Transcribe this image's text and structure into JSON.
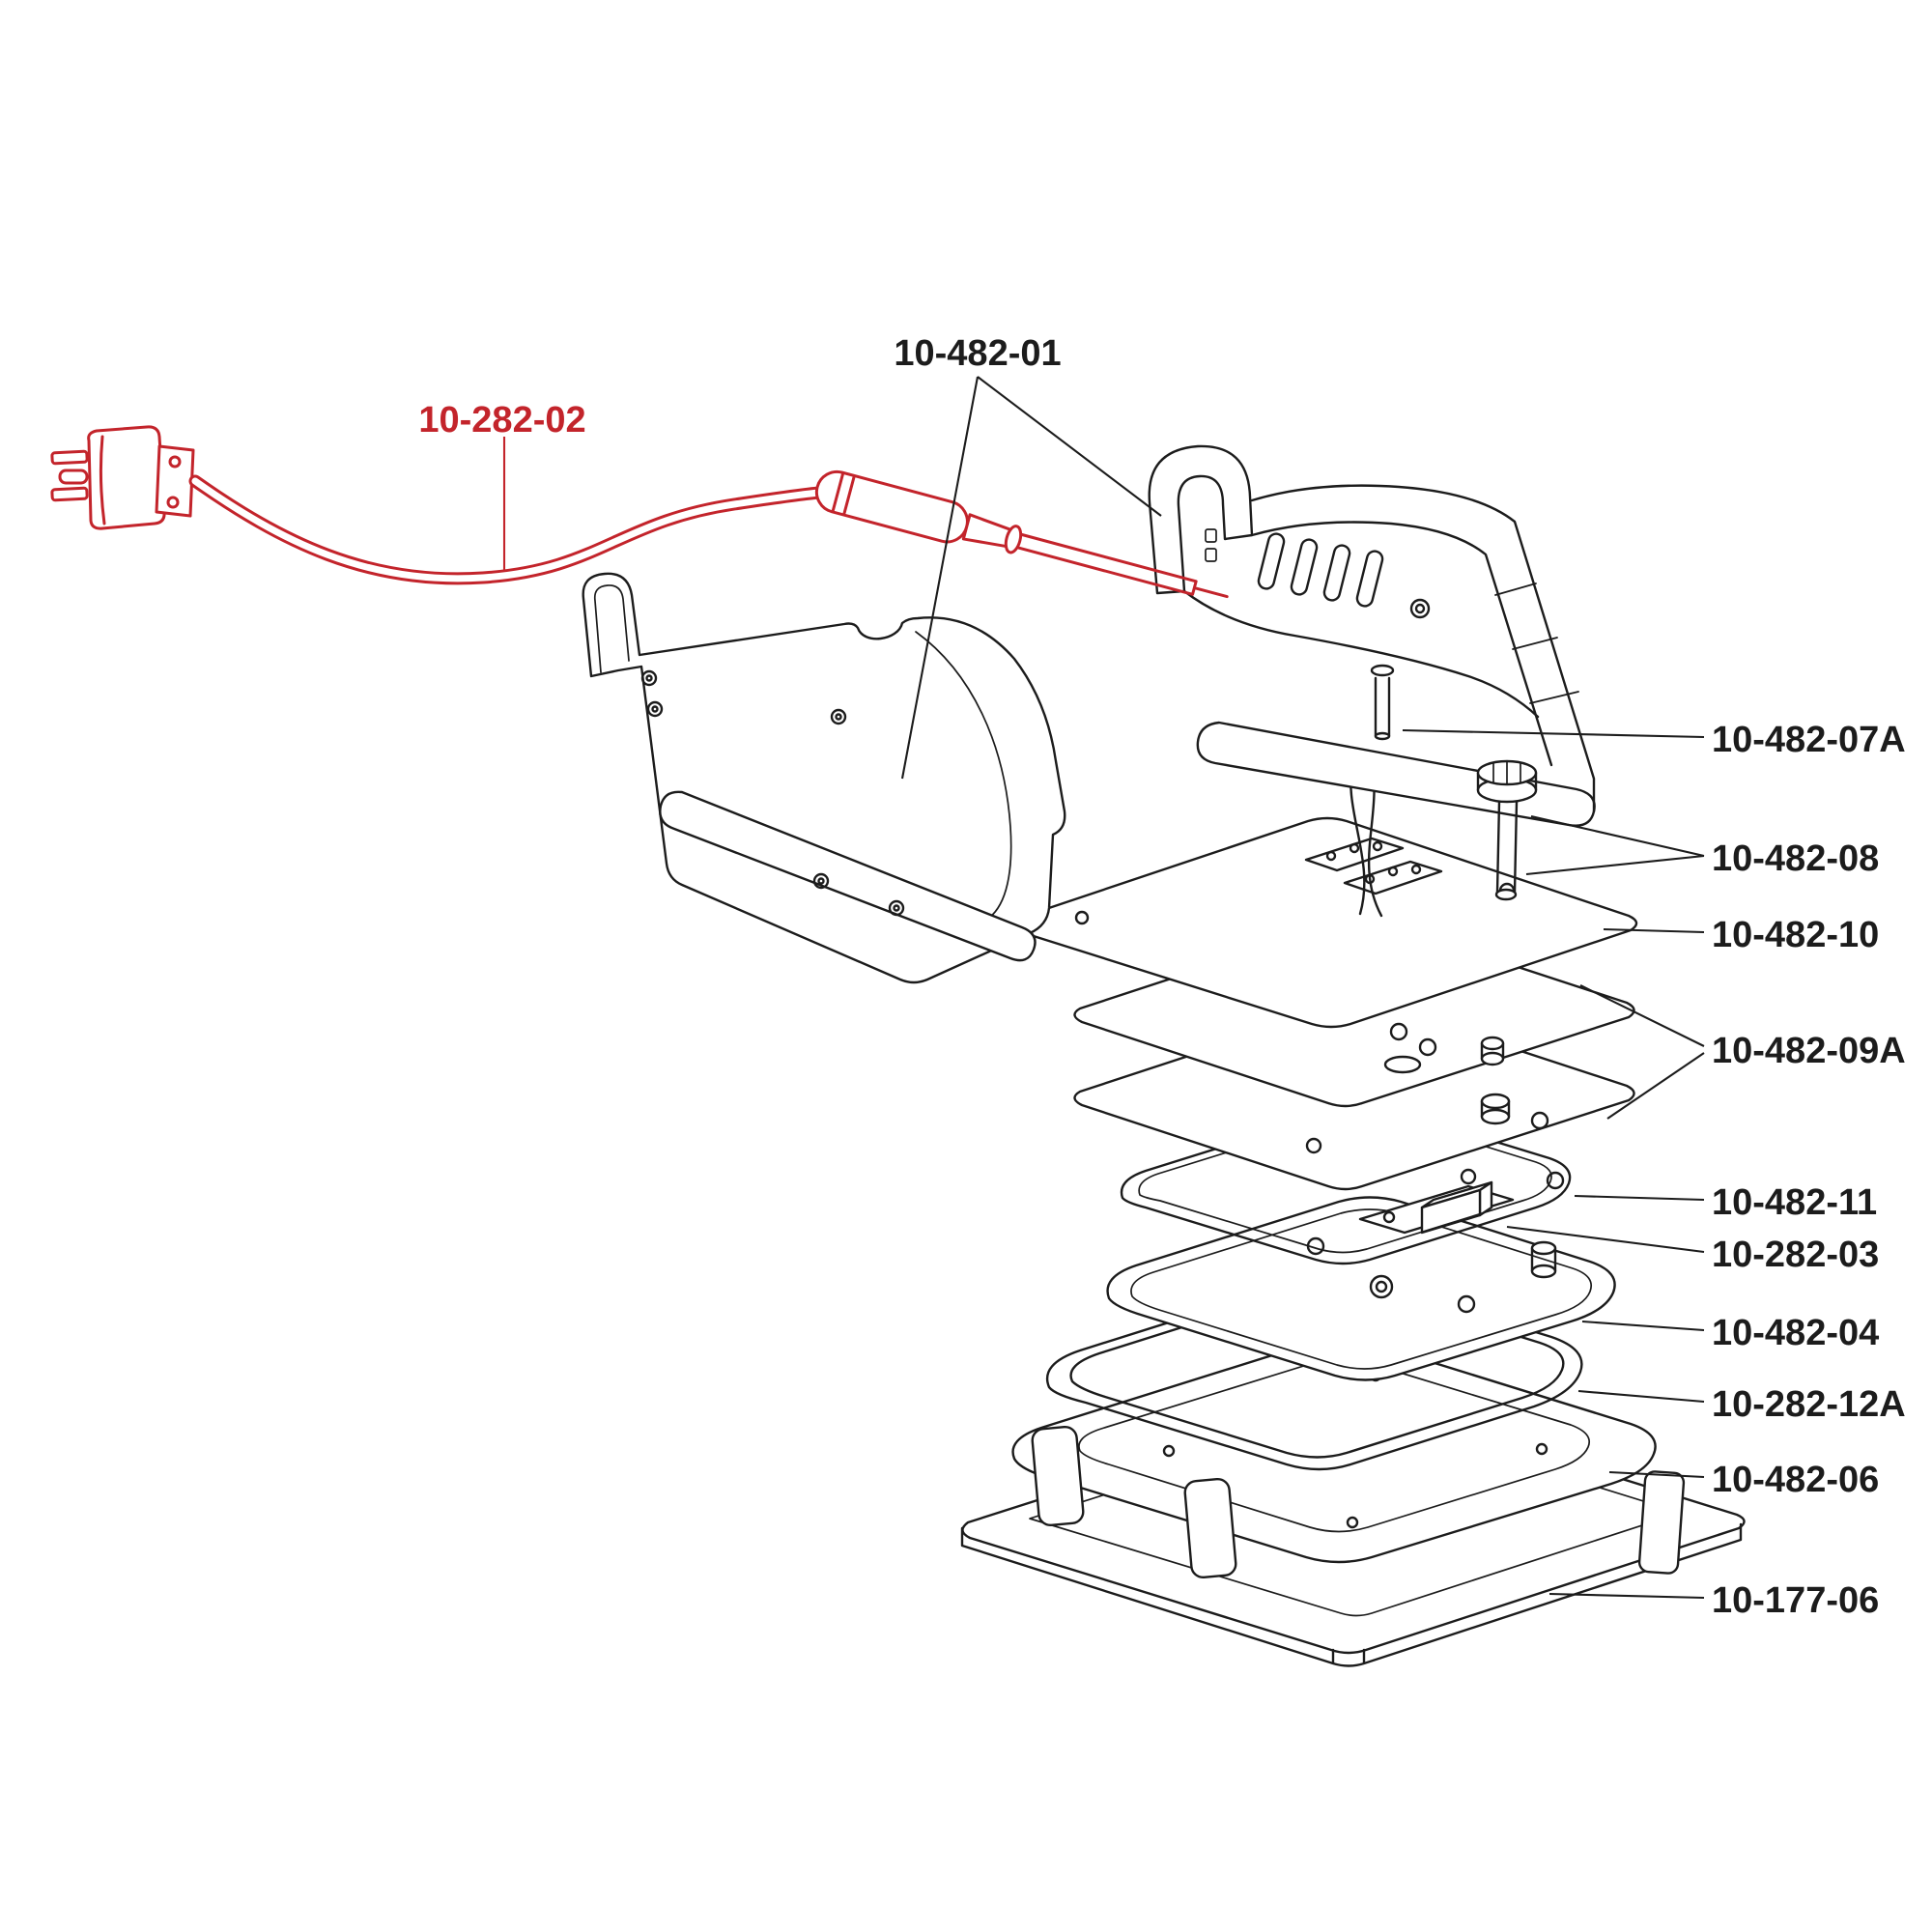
{
  "colors": {
    "background": "#ffffff",
    "ink": "#1c1c1c",
    "accent": "#c3242b"
  },
  "callouts": [
    {
      "text": "10-482-01",
      "color": "#1c1c1c"
    },
    {
      "text": "10-282-02",
      "color": "#c3242b"
    },
    {
      "text": "10-482-07A",
      "color": "#1c1c1c"
    },
    {
      "text": "10-482-08",
      "color": "#1c1c1c"
    },
    {
      "text": "10-482-10",
      "color": "#1c1c1c"
    },
    {
      "text": "10-482-09A",
      "color": "#1c1c1c"
    },
    {
      "text": "10-482-11",
      "color": "#1c1c1c"
    },
    {
      "text": "10-282-03",
      "color": "#1c1c1c"
    },
    {
      "text": "10-482-04",
      "color": "#1c1c1c"
    },
    {
      "text": "10-282-12A",
      "color": "#1c1c1c"
    },
    {
      "text": "10-482-06",
      "color": "#1c1c1c"
    },
    {
      "text": "10-177-06",
      "color": "#1c1c1c"
    }
  ]
}
